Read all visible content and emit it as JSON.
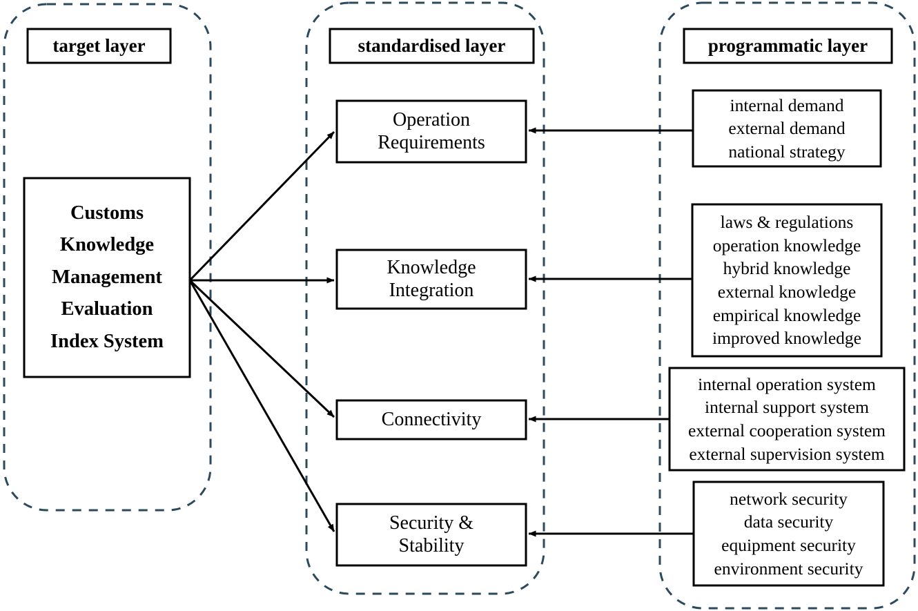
{
  "diagram": {
    "title": "Customs Knowledge Management Evaluation Index System framework",
    "colors": {
      "container_stroke": "#2b4a5e",
      "box_stroke": "#000000",
      "arrow": "#000000",
      "background": "#ffffff"
    },
    "layers": [
      {
        "id": "target-layer",
        "header": "target layer"
      },
      {
        "id": "standardised-layer",
        "header": "standardised layer"
      },
      {
        "id": "programmatic-layer",
        "header": "programmatic layer"
      }
    ],
    "target": {
      "node": {
        "id": "customs-kmeis",
        "lines": [
          "Customs",
          "Knowledge",
          "Management",
          "Evaluation",
          "Index System"
        ]
      }
    },
    "standardised": {
      "nodes": [
        {
          "id": "operation-requirements",
          "lines": [
            "Operation",
            "Requirements"
          ]
        },
        {
          "id": "knowledge-integration",
          "lines": [
            "Knowledge",
            "Integration"
          ]
        },
        {
          "id": "connectivity",
          "lines": [
            "Connectivity"
          ]
        },
        {
          "id": "security-stability",
          "lines": [
            "Security &",
            "Stability"
          ]
        }
      ]
    },
    "programmatic": {
      "nodes": [
        {
          "id": "demand-strategy",
          "lines": [
            "internal demand",
            "external demand",
            "national strategy"
          ]
        },
        {
          "id": "knowledge-sources",
          "lines": [
            "laws & regulations",
            "operation knowledge",
            "hybrid knowledge",
            "external knowledge",
            "empirical knowledge",
            "improved knowledge"
          ]
        },
        {
          "id": "systems",
          "lines": [
            "internal operation system",
            "internal support system",
            "external cooperation system",
            "external supervision system"
          ]
        },
        {
          "id": "security-items",
          "lines": [
            "network security",
            "data security",
            "equipment security",
            "environment security"
          ]
        }
      ]
    },
    "connections": [
      {
        "from": "customs-kmeis",
        "to": "operation-requirements",
        "style": "solid-arrow"
      },
      {
        "from": "customs-kmeis",
        "to": "knowledge-integration",
        "style": "solid-arrow"
      },
      {
        "from": "customs-kmeis",
        "to": "connectivity",
        "style": "solid-arrow"
      },
      {
        "from": "customs-kmeis",
        "to": "security-stability",
        "style": "solid-arrow"
      },
      {
        "from": "demand-strategy",
        "to": "operation-requirements",
        "style": "solid-arrow"
      },
      {
        "from": "knowledge-sources",
        "to": "knowledge-integration",
        "style": "solid-arrow"
      },
      {
        "from": "systems",
        "to": "connectivity",
        "style": "solid-arrow"
      },
      {
        "from": "security-items",
        "to": "security-stability",
        "style": "solid-arrow"
      }
    ]
  }
}
